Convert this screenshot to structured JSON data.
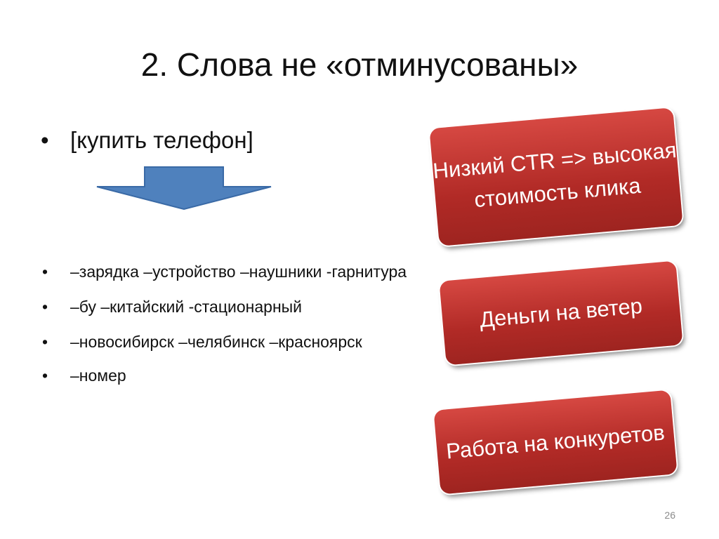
{
  "slide": {
    "title": "2. Слова не «отминусованы»",
    "main_bullet": "[купить телефон]",
    "sub_bullets": [
      "–зарядка –устройство –наушники -гарнитура",
      "–бу –китайский -стационарный",
      "–новосибирск –челябинск –красноярск",
      "–номер"
    ],
    "bullet_char": "•",
    "callouts": [
      "Низкий CTR => высокая стоимость клика",
      "Деньги на ветер",
      "Работа на конкуретов"
    ],
    "page_number": "26"
  },
  "colors": {
    "callout": "#c0312d",
    "arrow_fill": "#4f81bd",
    "arrow_stroke": "#3a6aa6"
  }
}
